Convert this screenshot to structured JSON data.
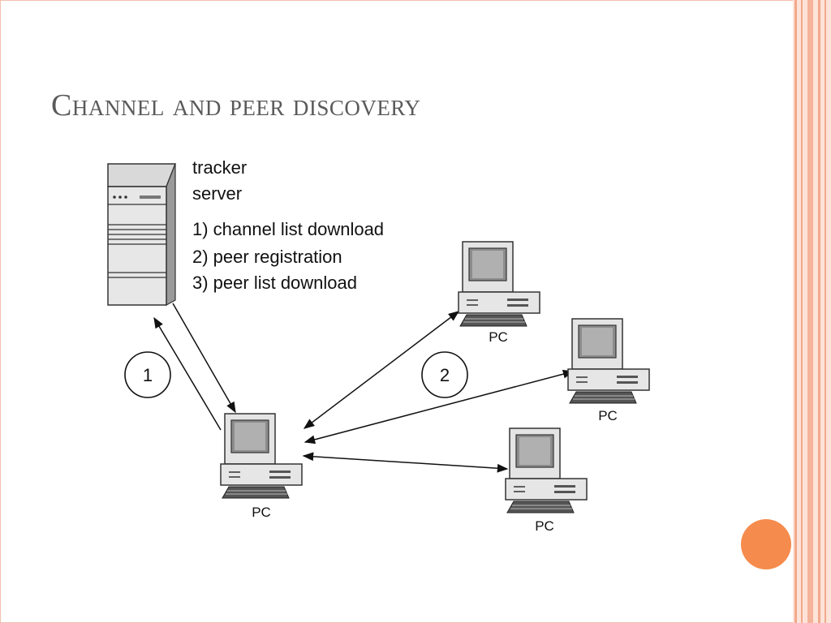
{
  "slide": {
    "title": "Channel and peer discovery",
    "accent_color": "#f58b4c",
    "border_color": "#f2a98c"
  },
  "diagram": {
    "server_label_line1": "tracker",
    "server_label_line2": "server",
    "steps": [
      "1) channel list download",
      "2) peer registration",
      "3) peer list download"
    ],
    "step_circle_1": "1",
    "step_circle_2": "2",
    "pc_label": "PC"
  }
}
